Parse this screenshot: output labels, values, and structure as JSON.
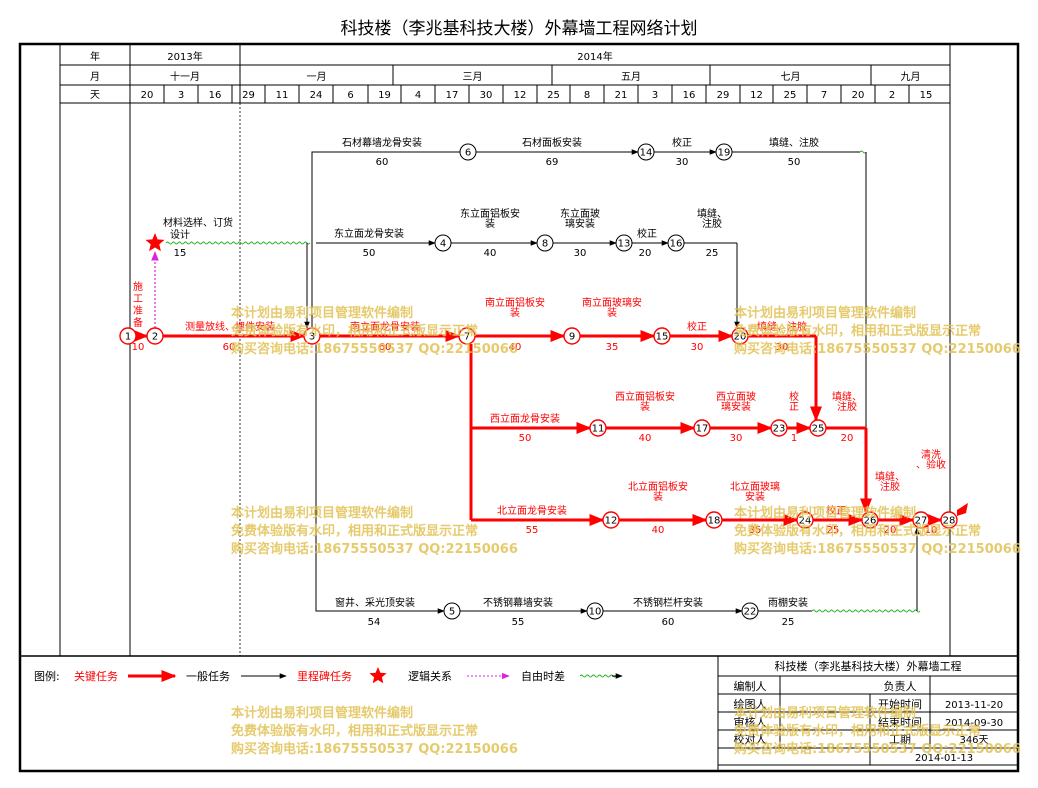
{
  "title": "科技楼（李兆基科技大楼）外幕墙工程网络计划",
  "header": {
    "row_labels": {
      "year": "年",
      "month": "月",
      "day": "天"
    },
    "years": [
      "2013年",
      "2014年"
    ],
    "months": [
      "十一月",
      "一月",
      "三月",
      "五月",
      "七月",
      "九月"
    ],
    "days": [
      "20",
      "3",
      "16",
      "29",
      "11",
      "24",
      "6",
      "19",
      "4",
      "17",
      "30",
      "12",
      "25",
      "8",
      "21",
      "3",
      "16",
      "29",
      "12",
      "25",
      "7",
      "20",
      "2",
      "15"
    ]
  },
  "nodes": [
    "1",
    "2",
    "3",
    "4",
    "5",
    "6",
    "7",
    "8",
    "9",
    "10",
    "11",
    "12",
    "13",
    "14",
    "15",
    "16",
    "17",
    "18",
    "19",
    "20",
    "22",
    "23",
    "24",
    "25",
    "26",
    "27",
    "28"
  ],
  "tasks": [
    {
      "name": "石材幕墙龙骨安装",
      "duration": "60"
    },
    {
      "name": "石材面板安装",
      "duration": "69"
    },
    {
      "name": "校正",
      "duration": "30"
    },
    {
      "name": "填缝、注胶",
      "duration": "50"
    },
    {
      "name": "材料选样、订货",
      "duration": "15"
    },
    {
      "name": "设计",
      "duration": ""
    },
    {
      "name": "东立面龙骨安装",
      "duration": "50"
    },
    {
      "name": "东立面铝板安装",
      "duration": "40"
    },
    {
      "name": "东立面玻璃安装",
      "duration": "30"
    },
    {
      "name": "校正",
      "duration": "20"
    },
    {
      "name": "填缝、注胶",
      "duration": "25"
    },
    {
      "name": "施工准备",
      "duration": "10"
    },
    {
      "name": "测量放线、埋件安装",
      "duration": "60"
    },
    {
      "name": "南立面龙骨安装",
      "duration": "60"
    },
    {
      "name": "南立面铝板安装",
      "duration": "40"
    },
    {
      "name": "南立面玻璃安装",
      "duration": "35"
    },
    {
      "name": "校正",
      "duration": "30"
    },
    {
      "name": "填缝、注胶",
      "duration": "30"
    },
    {
      "name": "西立面龙骨安装",
      "duration": "50"
    },
    {
      "name": "西立面铝板安装",
      "duration": "40"
    },
    {
      "name": "西立面玻璃安装",
      "duration": "30"
    },
    {
      "name": "校正",
      "duration": "1"
    },
    {
      "name": "填缝、注胶",
      "duration": "20"
    },
    {
      "name": "北立面龙骨安装",
      "duration": "55"
    },
    {
      "name": "北立面铝板安装",
      "duration": "40"
    },
    {
      "name": "北立面玻璃安装",
      "duration": "35"
    },
    {
      "name": "校正",
      "duration": "25"
    },
    {
      "name": "填缝、注胶",
      "duration": "20"
    },
    {
      "name": "清洗、验收",
      "duration": "10"
    },
    {
      "name": "窗井、采光顶安装",
      "duration": "54"
    },
    {
      "name": "不锈钢幕墙安装",
      "duration": "55"
    },
    {
      "name": "不锈钢栏杆安装",
      "duration": "60"
    },
    {
      "name": "雨棚安装",
      "duration": "25"
    }
  ],
  "legend": {
    "label": "图例:",
    "critical": "关键任务",
    "normal": "一般任务",
    "milestone": "里程碑任务",
    "logic": "逻辑关系",
    "float": "自由时差"
  },
  "info_box": {
    "project": "科技楼（李兆基科技大楼）外幕墙工程",
    "prepared_by": "编制人",
    "drawn_by": "绘图人",
    "reviewed_by": "审核人",
    "checked_by": "校对人",
    "responsible": "负责人",
    "start_label": "开始时间",
    "start": "2013-11-20",
    "end_label": "结束时间",
    "end": "2014-09-30",
    "duration_label": "工期",
    "duration": "346天",
    "date": "2014-01-13"
  },
  "watermark": [
    "本计划由易利项目管理软件编制",
    "免费体验版有水印，相用和正式版显示正常",
    "购买咨询电话:18675550537 QQ:22150066"
  ],
  "colors": {
    "critical": "#ff0000",
    "normal": "#000000",
    "logic": "#e020e0",
    "float": "#20b020",
    "watermark": "#e2c255"
  }
}
